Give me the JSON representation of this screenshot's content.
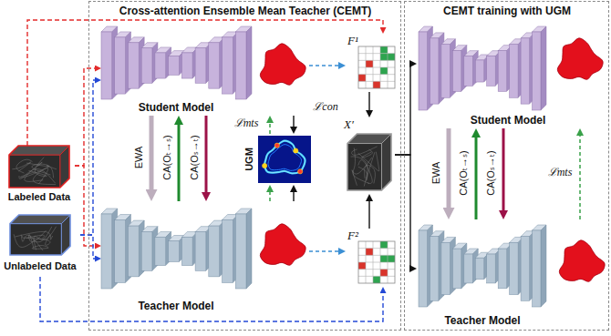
{
  "diagram": {
    "nodes": [
      {
        "text": [
          "Labeled Data"
        ]
      },
      {
        "text": [
          "Unlabeled Data"
        ]
      },
      {
        "text": [
          "Cross-attention Ensemble Mean Teacher (CEMT)"
        ]
      },
      {
        "text": [
          "Student Model"
        ],
        "in": 2
      },
      {
        "text": [
          "Teacher Model"
        ],
        "in": 2
      },
      {
        "text": [
          "UGM"
        ],
        "in": 2
      },
      {
        "text": [
          "F¹"
        ],
        "in": 2
      },
      {
        "text": [
          "X′"
        ],
        "in": 2
      },
      {
        "text": [
          "F²"
        ],
        "in": 2
      },
      {
        "text": [
          "CEMT training with UGM"
        ]
      },
      {
        "text": [
          "Student Model"
        ],
        "in": 9
      },
      {
        "text": [
          "Teacher Model"
        ],
        "in": 9
      }
    ],
    "edges": [
      {
        "from": 0,
        "to": 3,
        "arrow": "to"
      },
      {
        "from": 0,
        "to": 4,
        "arrow": "to"
      },
      {
        "from": 1,
        "to": 3,
        "arrow": "to"
      },
      {
        "from": 1,
        "to": 4,
        "arrow": "to"
      },
      {
        "from": 0,
        "to": 6,
        "arrow": "to"
      },
      {
        "from": 1,
        "to": 8,
        "arrow": "to"
      },
      {
        "from": 3,
        "to": 4,
        "label": "EWA",
        "arrow": "to"
      },
      {
        "from": 4,
        "to": 3,
        "label": "CA(Oₜ→ₛ)",
        "arrow": "to"
      },
      {
        "from": 3,
        "to": 4,
        "label": "CA(Oₛ→ₜ)",
        "arrow": "to"
      },
      {
        "from": 3,
        "to": 5,
        "arrow": "to"
      },
      {
        "from": 4,
        "to": 5,
        "arrow": "to"
      },
      {
        "from": 5,
        "to": 3,
        "label": "ℒmts",
        "arrow": "to"
      },
      {
        "from": 4,
        "to": 5,
        "arrow": "to"
      },
      {
        "from": 3,
        "to": 6,
        "label": "ℒcon",
        "arrow": "to"
      },
      {
        "from": 4,
        "to": 8,
        "arrow": "to"
      },
      {
        "from": 6,
        "to": 7,
        "arrow": "to"
      },
      {
        "from": 8,
        "to": 7,
        "arrow": "to"
      },
      {
        "from": 7,
        "to": 10,
        "arrow": "to"
      },
      {
        "from": 7,
        "to": 11,
        "arrow": "to"
      },
      {
        "from": 10,
        "to": 11,
        "label": "EWA",
        "arrow": "to"
      },
      {
        "from": 11,
        "to": 10,
        "label": "CA(Oₜ→ₛ)",
        "arrow": "to"
      },
      {
        "from": 10,
        "to": 11,
        "label": "CA(Oₛ→ₜ)",
        "arrow": "to"
      },
      {
        "from": 11,
        "to": 10,
        "label": "ℒmts",
        "arrow": "to"
      }
    ]
  }
}
